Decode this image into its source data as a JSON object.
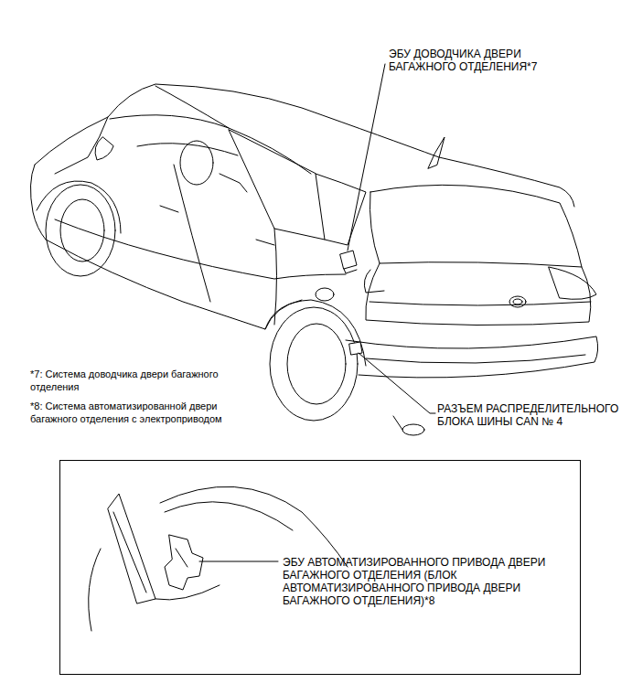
{
  "diagram": {
    "nodes": [
      {
        "text": [
          "ЭБУ АВТОМАТИЗИРОВАННОГО ПРИВОДА ДВЕРИ БАГАЖНОГО ОТДЕЛЕНИЯ (БЛОК АВТОМАТИЗИРОВАННОГО ПРИВОДА ДВЕРИ БАГАЖНОГО ОТДЕЛЕНИЯ)*8"
        ]
      }
    ],
    "labels": [
      "ЭБУ ДОВОДЧИКА ДВЕРИ БАГАЖНОГО ОТДЕЛЕНИЯ*7",
      "*7: Система доводчика двери багажного отделения",
      "*8: Система автоматизированной двери багажного отделения с электроприводом",
      "РАЗЪЕМ РАСПРЕДЕЛИТЕЛЬНОГО БЛОКА ШИНЫ CAN № 4"
    ]
  }
}
